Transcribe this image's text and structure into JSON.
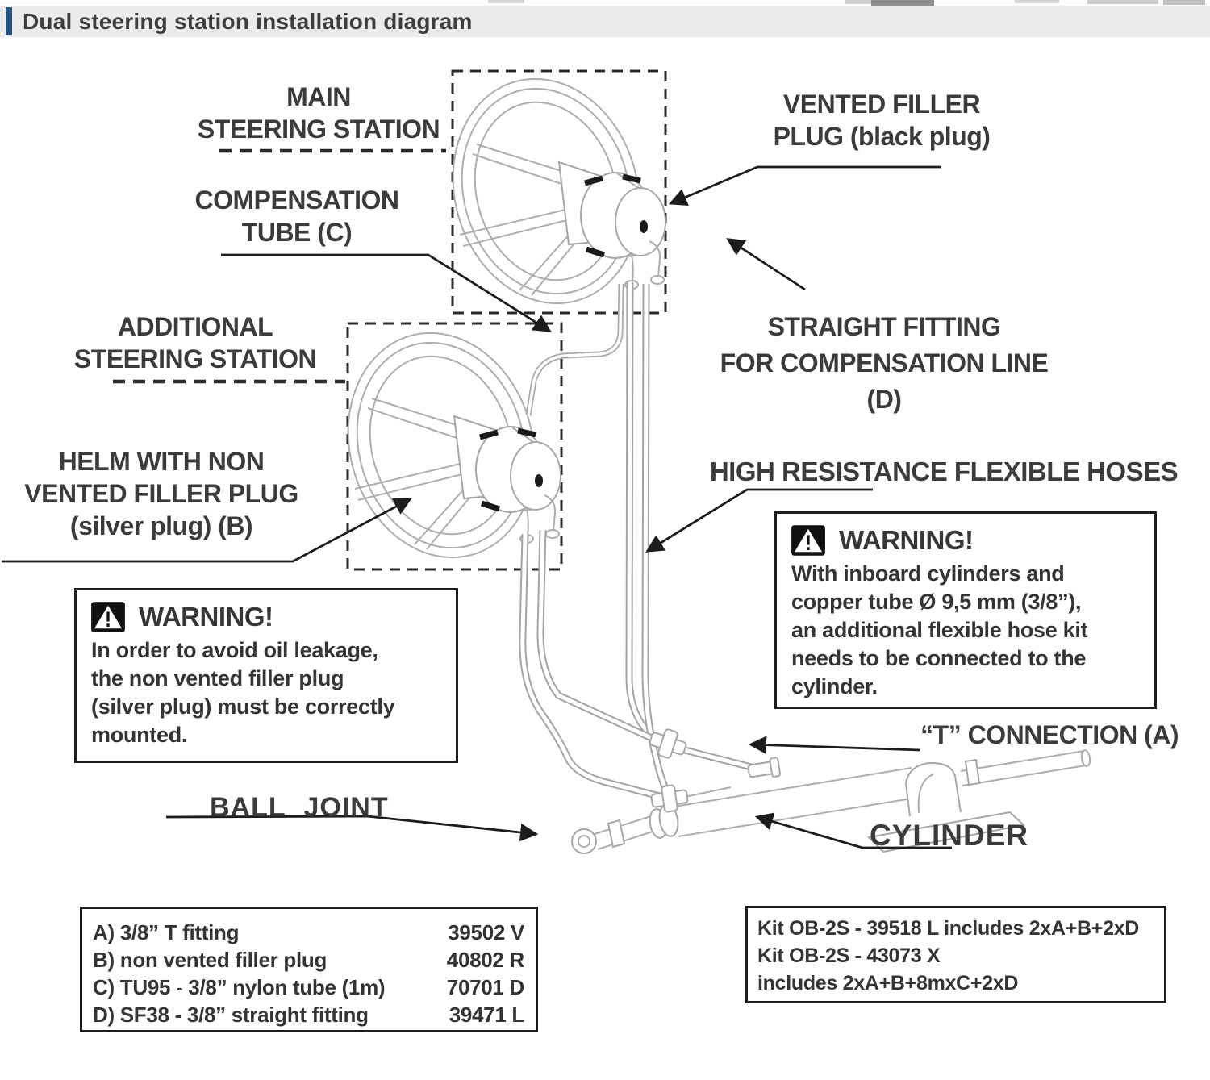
{
  "page": {
    "title": "Dual steering station installation diagram",
    "accent_color": "#27507e",
    "header_bg": "#ebebeb"
  },
  "labels": {
    "main_station": {
      "line1": "MAIN",
      "line2": "STEERING STATION"
    },
    "compensation_tube": {
      "line1": "COMPENSATION",
      "line2": "TUBE (C)"
    },
    "vented_filler_plug": {
      "line1": "VENTED FILLER",
      "line2": "PLUG (black plug)"
    },
    "additional_station": {
      "line1": "ADDITIONAL",
      "line2": "STEERING STATION"
    },
    "straight_fitting": {
      "line1": "STRAIGHT FITTING",
      "line2": "FOR COMPENSATION LINE",
      "line3": "(D)"
    },
    "helm_non_vented": {
      "line1": "HELM WITH NON",
      "line2": "VENTED FILLER PLUG",
      "line3": "(silver plug) (B)"
    },
    "flexible_hoses": {
      "line1": "HIGH RESISTANCE FLEXIBLE HOSES"
    },
    "t_connection": {
      "line1": "“T” CONNECTION (A)"
    },
    "ball_joint": {
      "line1": "BALL  JOINT"
    },
    "cylinder": {
      "line1": "CYLINDER"
    }
  },
  "warnings": {
    "left": {
      "title": "WARNING!",
      "lines": [
        "In order to avoid oil leakage,",
        "the non vented filler plug",
        "(silver plug) must be correctly",
        "mounted."
      ]
    },
    "right": {
      "title": "WARNING!",
      "lines": [
        "With inboard cylinders and",
        "copper tube Ø 9,5 mm (3/8”),",
        "an additional flexible hose kit",
        "needs to be connected to the",
        "cylinder."
      ]
    }
  },
  "parts_table": {
    "rows": [
      {
        "label": "A) 3/8” T fitting",
        "code": "39502 V"
      },
      {
        "label": "B) non vented filler plug",
        "code": "40802 R"
      },
      {
        "label": "C) TU95 - 3/8” nylon tube (1m)",
        "code": "70701 D"
      },
      {
        "label": "D) SF38 - 3/8” straight fitting",
        "code": "39471 L"
      }
    ]
  },
  "kit_box": {
    "lines": [
      "Kit OB-2S - 39518 L includes 2xA+B+2xD",
      "Kit OB-2S - 43073 X",
      "includes 2xA+B+8mxC+2xD"
    ]
  }
}
